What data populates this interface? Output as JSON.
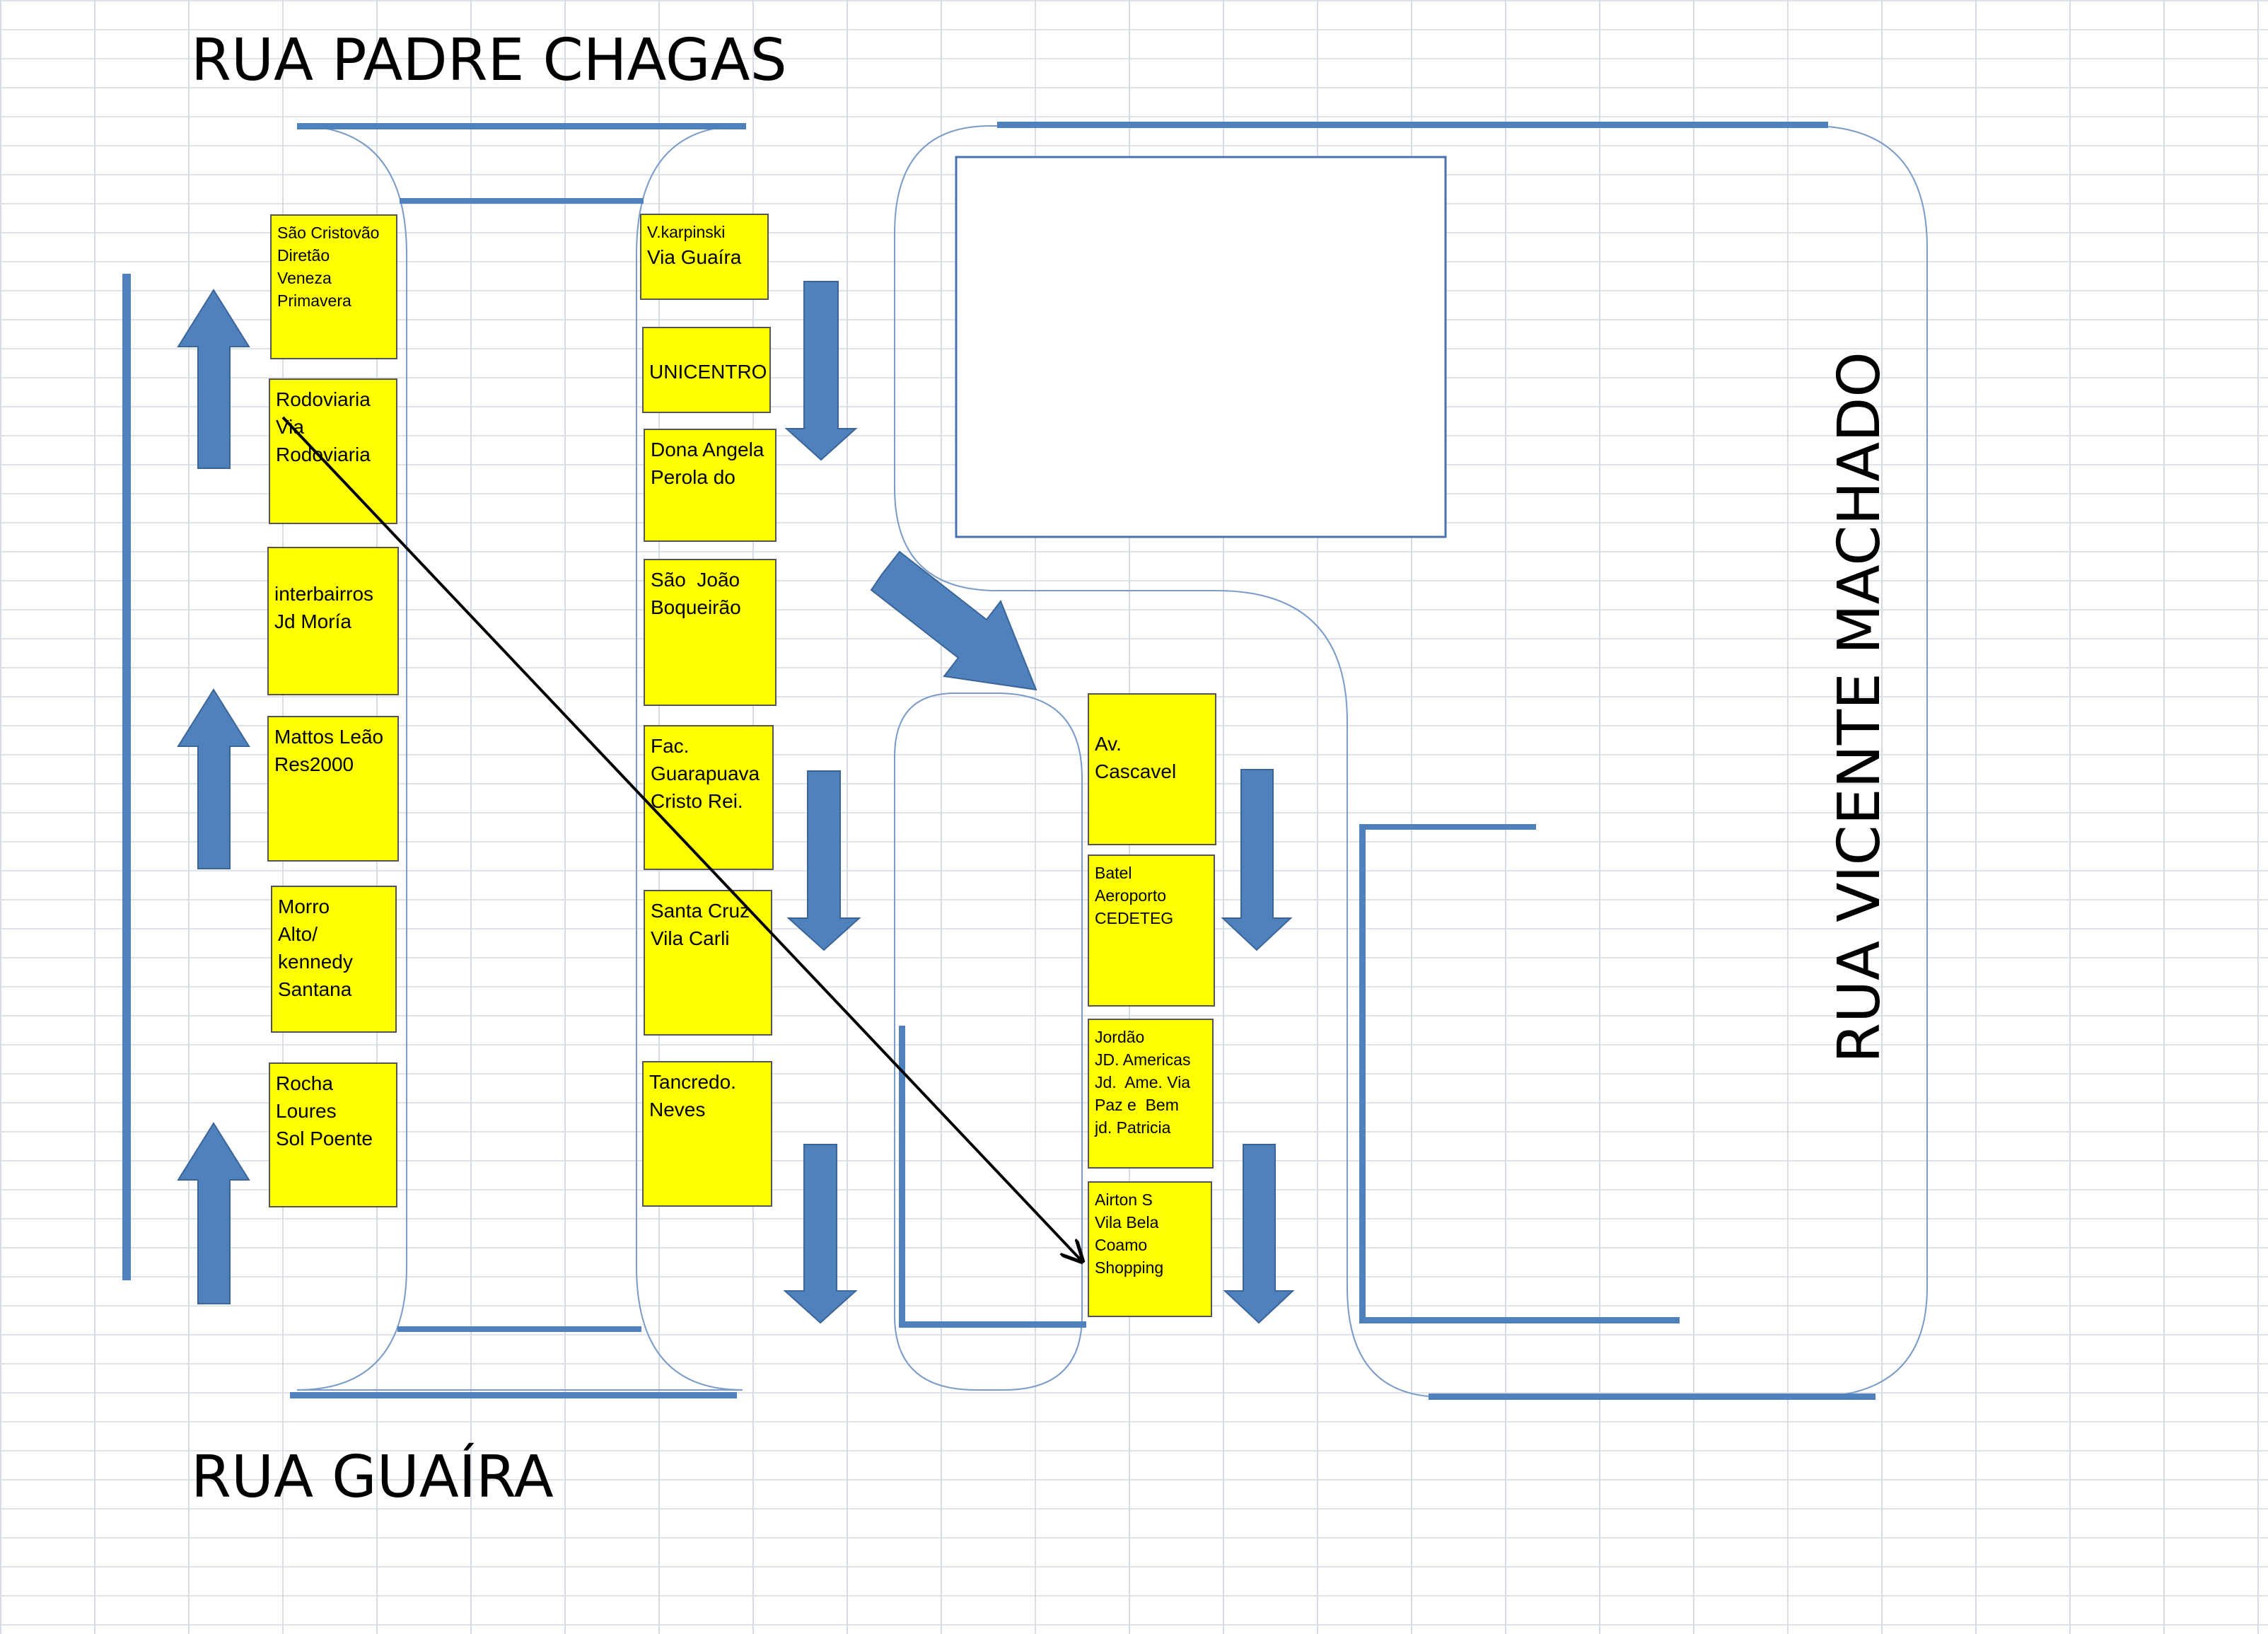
{
  "streets": {
    "top": "RUA PADRE CHAGAS",
    "bottom": "RUA GUAÍRA",
    "right": "RUA  VICENTE MACHADO"
  },
  "colors": {
    "stop_fill": "#ffff00",
    "arrow": "#4f81bd",
    "outline": "#7b9cc8",
    "grid": "#d7dce4"
  },
  "stops": [
    {
      "id": "sao-cristovao",
      "lines": [
        "São Cristovão",
        "Diretão",
        "Veneza",
        "Primavera"
      ]
    },
    {
      "id": "rodoviaria",
      "lines": [
        "Rodoviaria",
        "",
        "Via",
        "Rodoviaria"
      ]
    },
    {
      "id": "interbairros",
      "lines": [
        "interbairros",
        "",
        "Jd Moría"
      ]
    },
    {
      "id": "mattos-leao",
      "lines": [
        "Mattos Leão",
        "",
        "Res2000"
      ]
    },
    {
      "id": "morro-alto",
      "lines": [
        "Morro",
        "Alto/",
        "kennedy",
        "",
        "Santana"
      ]
    },
    {
      "id": "rocha-loures",
      "lines": [
        "Rocha",
        "Loures",
        "",
        "Sol Poente"
      ]
    },
    {
      "id": "v-karpinski",
      "lines": [
        "V.karpinski",
        "Via Guaíra"
      ]
    },
    {
      "id": "unicentro",
      "lines": [
        "UNICENTRO"
      ]
    },
    {
      "id": "dona-angela",
      "lines": [
        "Dona Angela",
        "",
        "Perola do"
      ]
    },
    {
      "id": "sao-joao",
      "lines": [
        "São  João",
        "",
        "Boqueirão"
      ]
    },
    {
      "id": "fac-guarapuava",
      "lines": [
        "Fac.",
        "Guarapuava",
        "",
        "Cristo Rei."
      ]
    },
    {
      "id": "santa-cruz",
      "lines": [
        "Santa Cruz",
        "",
        "Vila Carli"
      ]
    },
    {
      "id": "tancredo",
      "lines": [
        "Tancredo.",
        "Neves"
      ]
    },
    {
      "id": "av-cascavel",
      "lines": [
        "Av.",
        "Cascavel"
      ]
    },
    {
      "id": "batel",
      "lines": [
        "Batel",
        "",
        "Aeroporto",
        "",
        "CEDETEG"
      ]
    },
    {
      "id": "jordao",
      "lines": [
        "Jordão",
        "JD. Americas",
        "Jd.  Ame. Via",
        "Paz e  Bem",
        "",
        "jd. Patricia"
      ]
    },
    {
      "id": "airton",
      "lines": [
        "Airton S",
        "Vila Bela",
        "Coamo",
        "Shopping"
      ]
    }
  ]
}
